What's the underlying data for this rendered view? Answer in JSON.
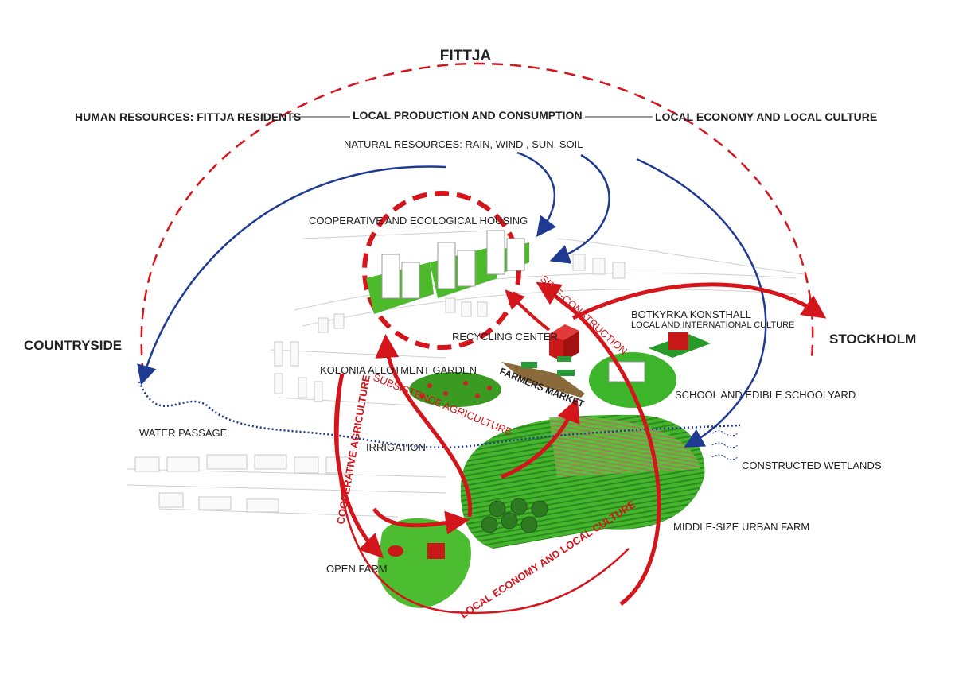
{
  "title": "FITTJA",
  "header_row": {
    "left": "HUMAN RESOURCES: FITTJA RESIDENTS",
    "center": "LOCAL PRODUCTION AND CONSUMPTION",
    "right": "LOCAL ECONOMY AND LOCAL CULTURE"
  },
  "natural_resources": "NATURAL RESOURCES: RAIN, WIND , SUN, SOIL",
  "places": {
    "countryside": "COUNTRYSIDE",
    "stockholm": "STOCKHOLM",
    "housing": "COOPERATIVE AND ECOLOGICAL HOUSING",
    "recycling": "RECYCLING CENTER",
    "konsthall": "BOTKYRKA KONSTHALL",
    "konsthall_sub": "LOCAL AND INTERNATIONAL CULTURE",
    "kolonia": "KOLONIA ALLOTMENT GARDEN",
    "farmers_market": "FARMERS MARKET",
    "school": "SCHOOL AND EDIBLE SCHOOLYARD",
    "water_passage": "WATER PASSAGE",
    "irrigation": "IRRIGATION",
    "wetlands": "CONSTRUCTED WETLANDS",
    "urban_farm": "MIDDLE-SIZE URBAN FARM",
    "open_farm": "OPEN FARM"
  },
  "flows": {
    "self_construction": "SELF-CONSTRUCTION",
    "subsistence": "SUBSISTENCE AGRICULTURE",
    "cooperative": "COOPERATIVE AGRICULTURE",
    "local_economy": "LOCAL ECONOMY AND LOCAL CULTURE"
  },
  "colors": {
    "red": "#d4161c",
    "blue": "#1f3a93",
    "green": "#3cb52a"
  }
}
